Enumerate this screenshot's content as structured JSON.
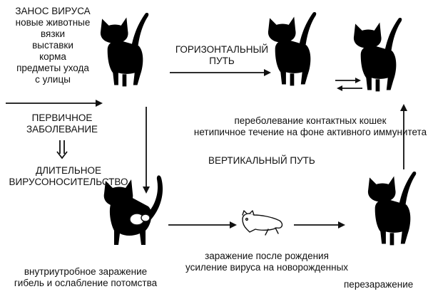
{
  "sources": {
    "title": "ЗАНОС ВИРУСА",
    "items": [
      "новые животные",
      "вязки",
      "выставки",
      "корма",
      "предметы ухода",
      "с улицы"
    ]
  },
  "primary": {
    "line1": "ПЕРВИЧНОЕ",
    "line2": "ЗАБОЛЕВАНИЕ"
  },
  "carrier": {
    "line1": "ДЛИТЕЛЬНОЕ",
    "line2": "ВИРУСОНОСИТЕЛЬСТВО"
  },
  "horizontal": {
    "line1": "ГОРИЗОНТАЛЬНЫЙ",
    "line2": "ПУТЬ"
  },
  "contact": {
    "line1": "переболевание контактных кошек",
    "line2": "нетипичное течение на фоне активного иммунитета"
  },
  "vertical": {
    "label": "ВЕРТИКАЛЬНЫЙ ПУТЬ"
  },
  "intrauterine": {
    "line1": "внутриутробное заражение",
    "line2": "гибель и ослабление потомства"
  },
  "postnatal": {
    "line1": "заражение после рождения",
    "line2": "усиление вируса на новорожденных"
  },
  "reinfection": {
    "label": "перезаражение"
  }
}
